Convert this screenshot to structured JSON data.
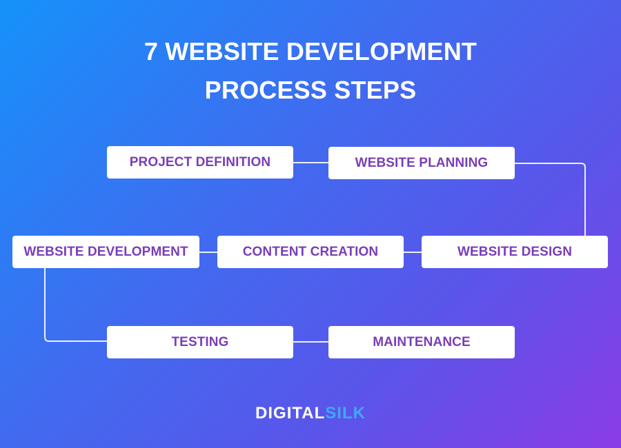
{
  "title": {
    "line1": "7 WEBSITE DEVELOPMENT",
    "line2": "PROCESS STEPS"
  },
  "steps": [
    {
      "label": "PROJECT DEFINITION"
    },
    {
      "label": "WEBSITE PLANNING"
    },
    {
      "label": "WEBSITE DESIGN"
    },
    {
      "label": "CONTENT CREATION"
    },
    {
      "label": "WEBSITE DEVELOPMENT"
    },
    {
      "label": "TESTING"
    },
    {
      "label": "MAINTENANCE"
    }
  ],
  "logo": {
    "part1": "DIGITAL",
    "part2": "SILK"
  },
  "colors": {
    "gradient_start": "#1592fb",
    "gradient_end": "#8b3ce6",
    "box_text": "#7a3db8",
    "logo_accent": "#3fa9f5"
  }
}
